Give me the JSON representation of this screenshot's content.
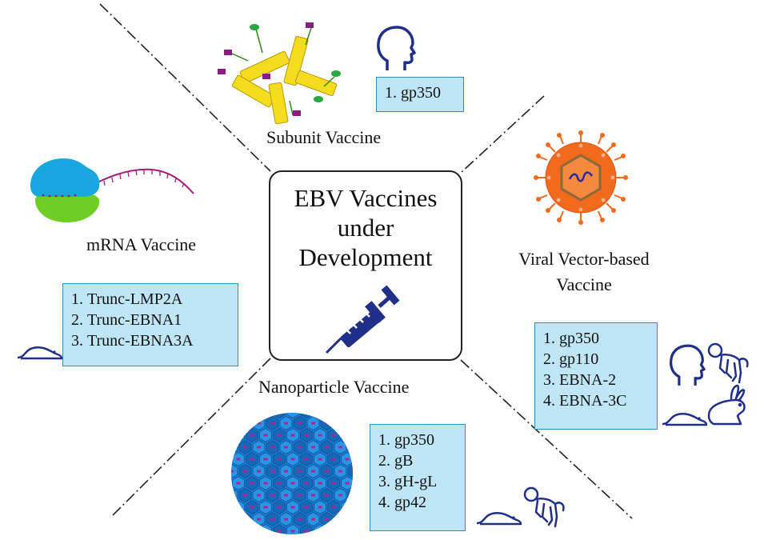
{
  "title": [
    "EBV Vaccines",
    "under",
    "Development"
  ],
  "categories": {
    "subunit": {
      "label": "Subunit Vaccine",
      "antigens": [
        "gp350"
      ],
      "models": [
        "human-head-icon"
      ]
    },
    "viral_vector": {
      "label_lines": [
        "Viral Vector-based",
        "Vaccine"
      ],
      "antigens": [
        "gp350",
        "gp110",
        "EBNA-2",
        "EBNA-3C"
      ],
      "models": [
        "human-head-icon",
        "monkey-icon",
        "rabbit-icon",
        "mouse-icon"
      ]
    },
    "nanoparticle": {
      "label": "Nanoparticle Vaccine",
      "antigens": [
        "gp350",
        "gB",
        "gH-gL",
        "gp42"
      ],
      "models": [
        "mouse-icon",
        "monkey-icon"
      ]
    },
    "mrna": {
      "label": "mRNA Vaccine",
      "antigens": [
        "Trunc-LMP2A",
        "Trunc-EBNA1",
        "Trunc-EBNA3A"
      ],
      "models": [
        "mouse-icon"
      ]
    }
  },
  "colors": {
    "antigen_box_fill": "#bfe6f6",
    "antigen_box_border": "#2d8fb9",
    "icon_navy": "#1f2f8a",
    "virus_orange": "#f26a1b",
    "ribosome_blue": "#1aa6e0",
    "ribosome_green": "#6fce23",
    "mrna_magenta": "#a0207a",
    "nanoparticle_blue": "#1c7fd2"
  }
}
